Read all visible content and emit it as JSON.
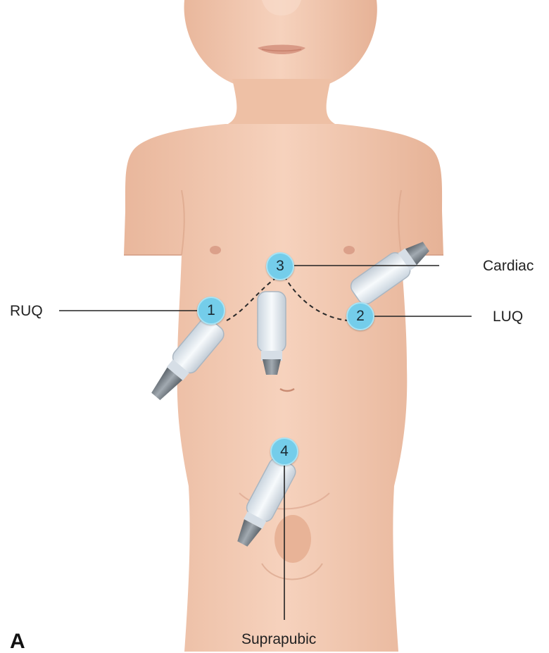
{
  "figure": {
    "panel_letter": "A",
    "sites": [
      {
        "number": "1",
        "label": "RUQ"
      },
      {
        "number": "2",
        "label": "LUQ"
      },
      {
        "number": "3",
        "label": "Cardiac"
      },
      {
        "number": "4",
        "label": "Suprapubic"
      }
    ],
    "colors": {
      "skin": "#f3c8ae",
      "skin_shadow": "#dfa88d",
      "marker": "#74cdea",
      "probe_body": "#eaf0f5",
      "probe_tip": "#7d858c",
      "leader_line": "#222222"
    }
  }
}
